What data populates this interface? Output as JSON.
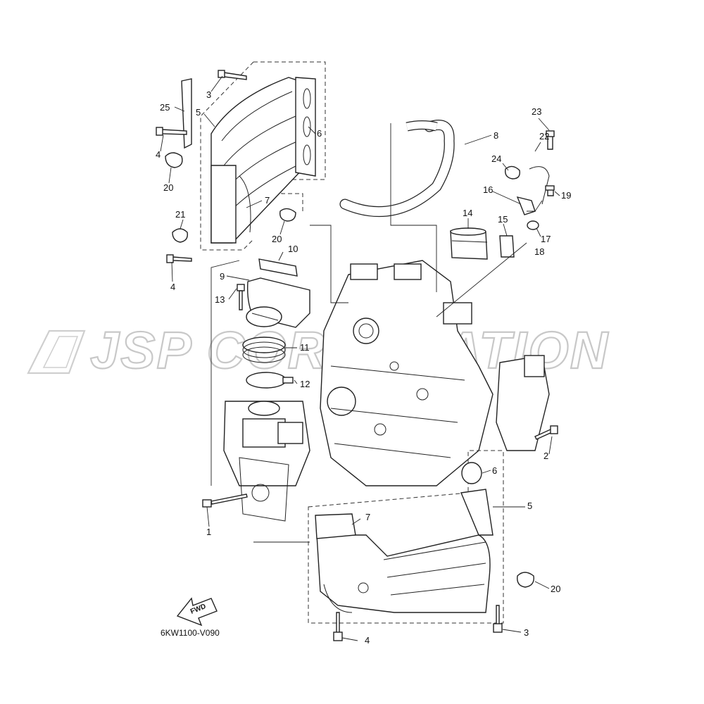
{
  "watermark": "JSP CORPORATION",
  "drawing_code": "6KW1100-V090",
  "fwd_label": "FWD",
  "callouts": {
    "c3a": "3",
    "c25": "25",
    "c5a": "5",
    "c6a": "6",
    "c4a": "4",
    "c20a": "20",
    "c7a": "7",
    "c21": "21",
    "c20b": "20",
    "c4b": "4",
    "c10": "10",
    "c9": "9",
    "c13": "13",
    "c11": "11",
    "c12": "12",
    "c8": "8",
    "c23": "23",
    "c22": "22",
    "c24": "24",
    "c16": "16",
    "c19": "19",
    "c14": "14",
    "c15": "15",
    "c17": "17",
    "c18": "18",
    "c2": "2",
    "c6b": "6",
    "c5b": "5",
    "c7b": "7",
    "c1": "1",
    "c20c": "20",
    "c4c": "4",
    "c3b": "3"
  }
}
